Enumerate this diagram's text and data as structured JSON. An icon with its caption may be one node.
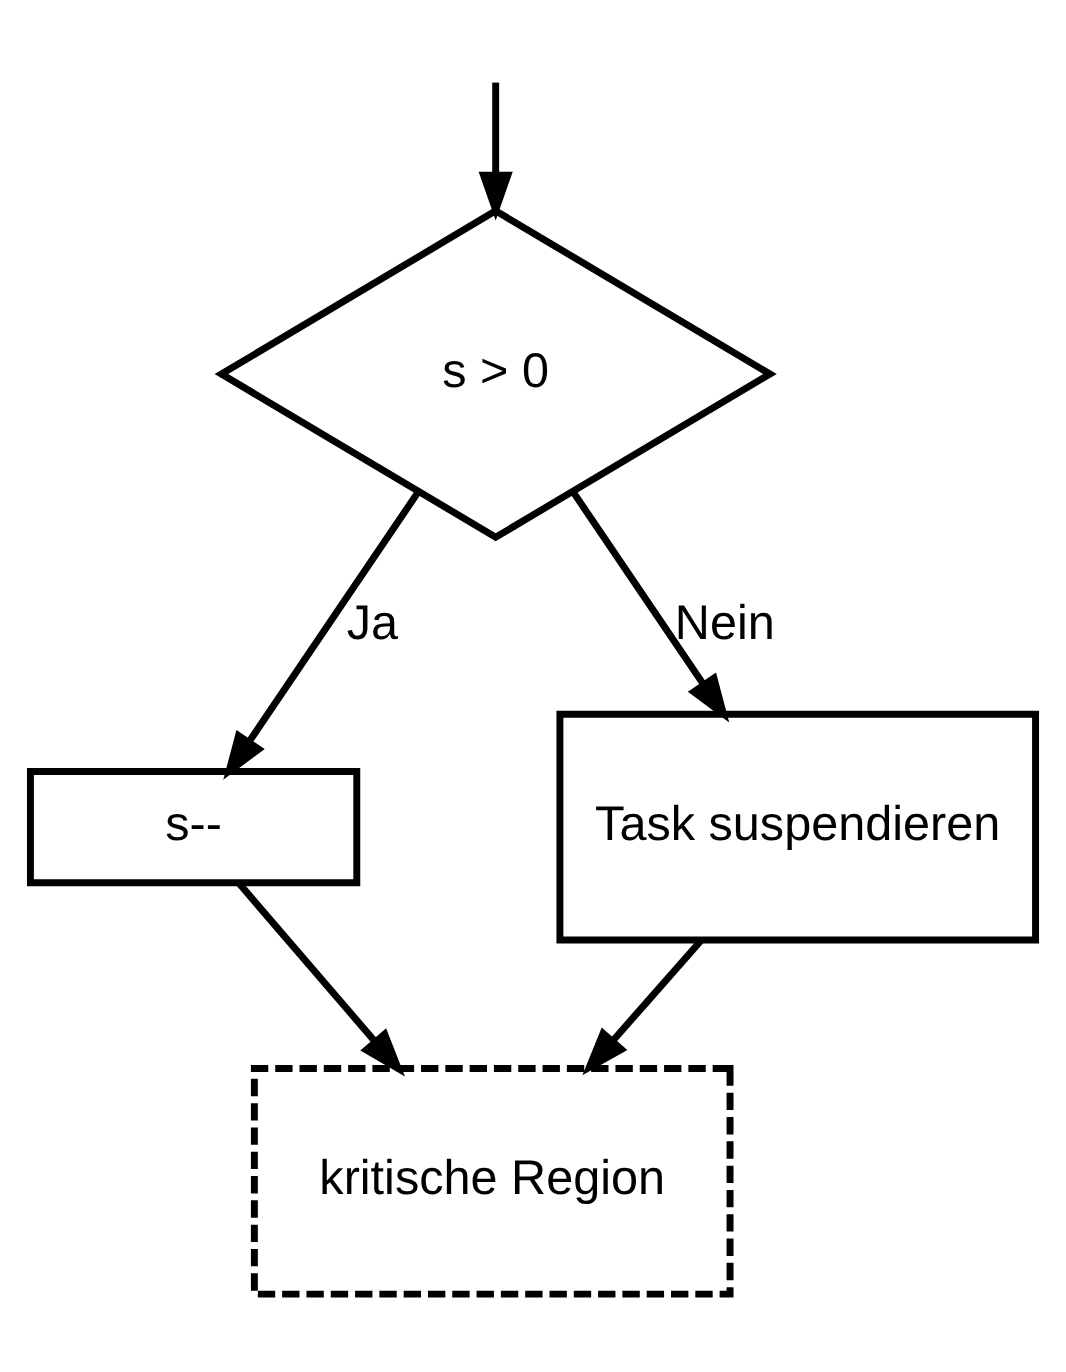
{
  "diagram": {
    "nodes": [
      {
        "text": [
          "s > 0"
        ]
      },
      {
        "text": [
          "s--"
        ]
      },
      {
        "text": [
          "Task suspendieren"
        ]
      },
      {
        "text": [
          "kritische Region"
        ]
      }
    ],
    "edges": [
      {
        "from": null,
        "to": 0,
        "arrow": "to"
      },
      {
        "from": 0,
        "to": 1,
        "arrow": "to",
        "label": "Ja"
      },
      {
        "from": 0,
        "to": 2,
        "arrow": "to",
        "label": "Nein"
      },
      {
        "from": 1,
        "to": 3,
        "arrow": "to"
      },
      {
        "from": 2,
        "to": 3,
        "arrow": "to"
      }
    ]
  }
}
